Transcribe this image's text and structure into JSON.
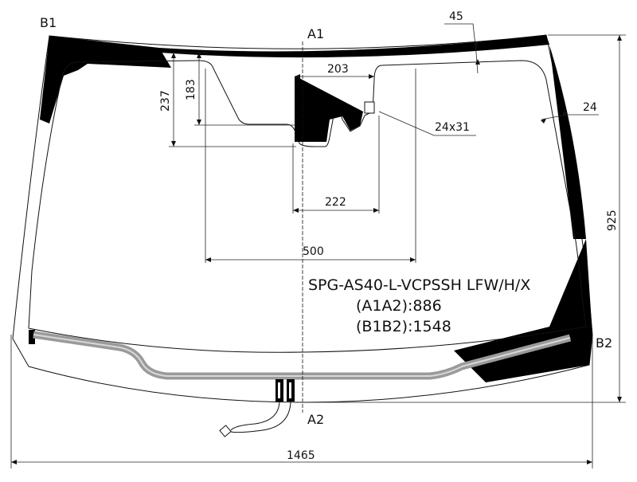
{
  "points": {
    "b1": "B1",
    "a1": "A1",
    "b2": "B2",
    "a2": "A2"
  },
  "dimensions": {
    "top_band": "45",
    "side_band": "24",
    "sensor_width": "203",
    "lower_width": "222",
    "wide_width": "500",
    "height_237": "237",
    "height_183": "183",
    "bracket": "24x31",
    "total_height": "925",
    "total_width": "1465"
  },
  "spec": {
    "model": "SPG-AS40-L-VCPSSH LFW/H/X",
    "a1a2": "(A1A2):886",
    "b1b2": "(B1B2):1548"
  },
  "colors": {
    "line": "#111111",
    "ceramic": "#000000",
    "heater": "#9a9a9a"
  }
}
